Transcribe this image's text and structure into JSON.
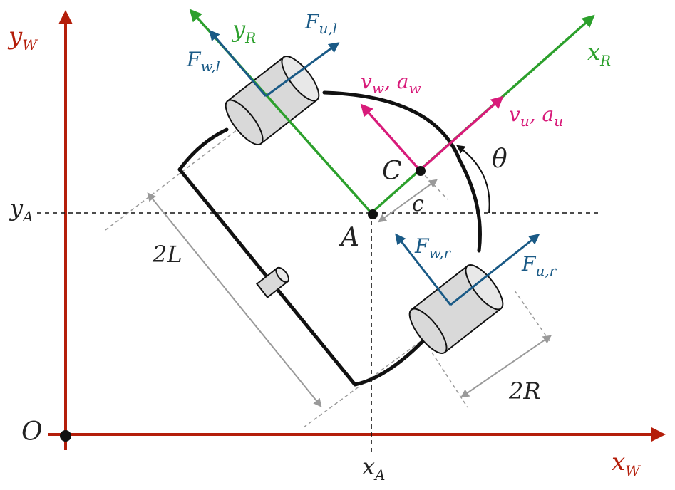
{
  "colors": {
    "world": "#b41e0a",
    "robot": "#2ca02c",
    "force": "#1a5a86",
    "velocity": "#d81b7a",
    "body": "#111111",
    "dim": "#9a9a9a",
    "dash": "#111111",
    "wheel_fill": "#d9d9d9",
    "wheel_face": "#e8e8e8"
  },
  "labels": {
    "yW": {
      "main": "y",
      "sub": "W"
    },
    "xW": {
      "main": "x",
      "sub": "W"
    },
    "yR": {
      "main": "y",
      "sub": "R"
    },
    "xR": {
      "main": "x",
      "sub": "R"
    },
    "yA": {
      "main": "y",
      "sub": "A"
    },
    "xA": {
      "main": "x",
      "sub": "A"
    },
    "origin": "O",
    "A": "A",
    "C": "C",
    "c": "c",
    "theta": "θ",
    "twoL": "2L",
    "twoR": "2R",
    "Ful": {
      "main": "F",
      "sub": "u,l"
    },
    "Fwl": {
      "main": "F",
      "sub": "w,l"
    },
    "Fur": {
      "main": "F",
      "sub": "u,r"
    },
    "Fwr": {
      "main": "F",
      "sub": "w,r"
    },
    "vw": {
      "v": "v",
      "vs": "w",
      "a": "a",
      "as": "w",
      "sep": ", "
    },
    "vu": {
      "v": "v",
      "vs": "u",
      "a": "a",
      "as": "u",
      "sep": ", "
    }
  }
}
